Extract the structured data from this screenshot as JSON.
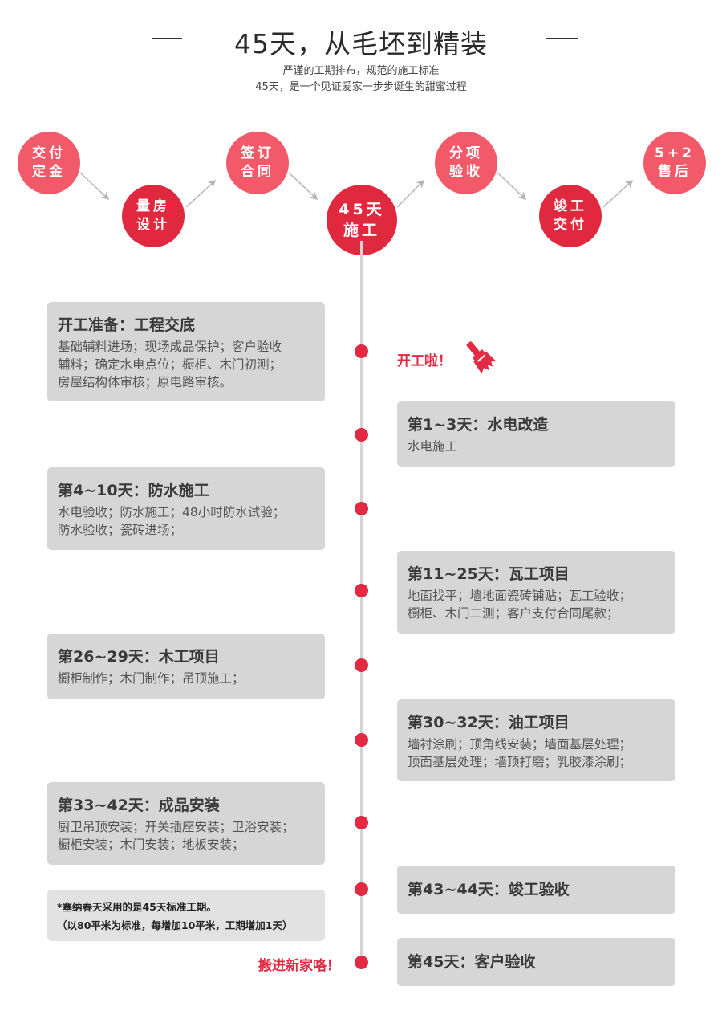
{
  "header": {
    "title": "45天，从毛坯到精装",
    "subtitle_1": "严谨的工期排布，规范的施工标准",
    "subtitle_2": "45天，是一个见证爱家一步步诞生的甜蜜过程"
  },
  "steps": [
    {
      "line1": "交付",
      "line2": "定金"
    },
    {
      "line1": "量房",
      "line2": "设计"
    },
    {
      "line1": "签订",
      "line2": "合同"
    },
    {
      "line1": "45天",
      "line2": "施工"
    },
    {
      "line1": "分项",
      "line2": "验收"
    },
    {
      "line1": "竣工",
      "line2": "交付"
    },
    {
      "line1": "5+2",
      "line2": "售后"
    }
  ],
  "timeline": [
    {
      "title": "开工准备：工程交底",
      "desc": "基础辅料进场；现场成品保护；客户验收\n辅料；确定水电点位；橱柜、木门初测；\n房屋结构体审核；原电路审核。"
    },
    {
      "title": "第1~3天：水电改造",
      "desc": "水电施工"
    },
    {
      "title": "第4~10天：防水施工",
      "desc": "水电验收；防水施工；48小时防水试验；\n防水验收；瓷砖进场；"
    },
    {
      "title": "第11~25天：瓦工项目",
      "desc": "地面找平；墙地面瓷砖铺贴；瓦工验收；\n橱柜、木门二测；客户支付合同尾款；"
    },
    {
      "title": "第26~29天：木工项目",
      "desc": "橱柜制作；木门制作；吊顶施工；"
    },
    {
      "title": "第30~32天：油工项目",
      "desc": "墙衬涂刷；顶角线安装；墙面基层处理；\n顶面基层处理；墙顶打磨；乳胶漆涂刷；"
    },
    {
      "title": "第33~42天：成品安装",
      "desc": "厨卫吊顶安装；开关插座安装；卫浴安装；\n橱柜安装；木门安装；地板安装；"
    },
    {
      "title": "第43~44天：竣工验收",
      "desc": ""
    },
    {
      "title": "第45天：客户验收",
      "desc": ""
    }
  ],
  "note": {
    "line1": "*塞纳春天采用的是45天标准工期。",
    "line2": "（以80平米为标准，每增加10平米，工期增加1天）"
  },
  "highlights": {
    "start": "开工啦！",
    "move_in": "搬进新家咯！"
  },
  "colors": {
    "accent_red": "#e0283f",
    "accent_pink": "#f25a6a",
    "card_gray": "#d6d6d6",
    "timeline_gray": "#d4d4d4"
  },
  "icons": {
    "start_icon": "paint-brush-icon"
  }
}
